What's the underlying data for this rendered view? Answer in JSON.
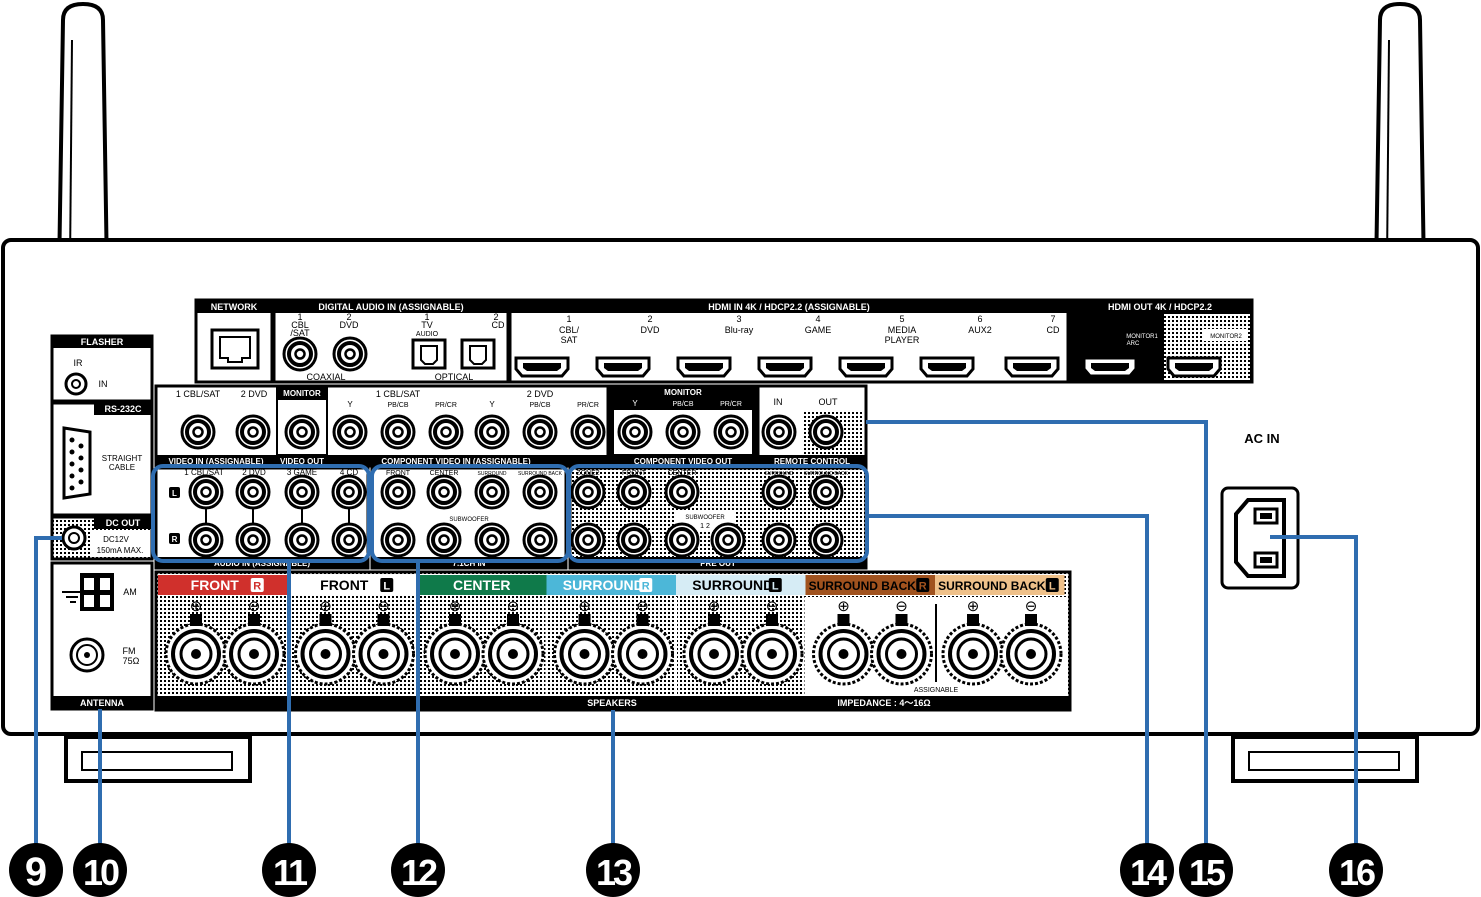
{
  "sections": {
    "network": "NETWORK",
    "digital_audio_in": "DIGITAL AUDIO IN (ASSIGNABLE)",
    "hdmi_in": "HDMI IN 4K / HDCP2.2 (ASSIGNABLE)",
    "hdmi_out": "HDMI OUT 4K / HDCP2.2",
    "flasher": "FLASHER",
    "rs232c": "RS-232C",
    "dc_out": "DC OUT",
    "antenna": "ANTENNA",
    "video_in": "VIDEO IN (ASSIGNABLE)",
    "video_out": "VIDEO OUT",
    "component_video_in": "COMPONENT VIDEO IN (ASSIGNABLE)",
    "component_video_out": "COMPONENT VIDEO OUT",
    "remote_control": "REMOTE CONTROL",
    "audio_in": "AUDIO IN (ASSIGNABLE)",
    "ch71_in": "7.1CH IN",
    "pre_out": "PRE OUT",
    "speakers": "SPEAKERS",
    "impedance": "IMPEDANCE : 4～16Ω",
    "assignable": "ASSIGNABLE",
    "ac_in": "AC IN"
  },
  "labels": {
    "coaxial": "COAXIAL",
    "optical": "OPTICAL",
    "coax_1": "1",
    "coax_1b": "CBL",
    "coax_1c": "/SAT",
    "coax_2": "2",
    "coax_2b": "DVD",
    "opt_1": "1",
    "opt_1b": "TV",
    "opt_1c": "AUDIO",
    "opt_2": "2",
    "opt_2b": "CD",
    "ir": "IR",
    "in": "IN",
    "straight_cable_1": "STRAIGHT",
    "straight_cable_2": "CABLE",
    "dc12v": "DC12V",
    "dc150": "150mA MAX.",
    "am": "AM",
    "fm": "FM",
    "fm75": "75Ω",
    "monitor": "MONITOR",
    "vid_1": "1 CBL/SAT",
    "vid_2": "2 DVD",
    "comp_1": "1 CBL/SAT",
    "comp_2": "2 DVD",
    "y": "Y",
    "pb": "PB/CB",
    "pr": "PR/CR",
    "rc_in": "IN",
    "rc_out": "OUT",
    "ain_1": "1 CBL/SAT",
    "ain_2": "2 DVD",
    "ain_3": "3 GAME",
    "ain_4": "4 CD",
    "l_badge": "L",
    "r_badge": "R",
    "ch71_front": "FRONT",
    "ch71_center": "CENTER",
    "ch71_surr": "SURROUND",
    "ch71_surrback": "SURROUND BACK",
    "subwoofer": "SUBWOOFER",
    "zone2": "ZONE2",
    "po_front": "FRONT",
    "po_center": "CENTER",
    "po_surr": "SURROUND",
    "po_surrback": "SURROUND BACK",
    "sw12": "1   2",
    "monitor1": "MONITOR1",
    "arc": "ARC",
    "monitor2": "MONITOR2",
    "plus": "⊕",
    "minus": "⊖"
  },
  "hdmi_inputs": [
    {
      "num": "1",
      "name": "CBL/",
      "name2": "SAT"
    },
    {
      "num": "2",
      "name": "DVD",
      "name2": ""
    },
    {
      "num": "3",
      "name": "Blu-ray",
      "name2": ""
    },
    {
      "num": "4",
      "name": "GAME",
      "name2": ""
    },
    {
      "num": "5",
      "name": "MEDIA",
      "name2": "PLAYER"
    },
    {
      "num": "6",
      "name": "AUX2",
      "name2": ""
    },
    {
      "num": "7",
      "name": "CD",
      "name2": ""
    }
  ],
  "speaker_channels": [
    {
      "label": "FRONT",
      "badge": "R",
      "color": "#d0302c"
    },
    {
      "label": "FRONT",
      "badge": "L",
      "color": "#ffffff"
    },
    {
      "label": "CENTER",
      "badge": "",
      "color": "#0f7a4a"
    },
    {
      "label": "SURROUND",
      "badge": "R",
      "color": "#4cb7d8"
    },
    {
      "label": "SURROUND",
      "badge": "L",
      "color": "#d6ecf5"
    },
    {
      "label": "SURROUND BACK",
      "badge": "R",
      "color": "#a0521e"
    },
    {
      "label": "SURROUND BACK",
      "badge": "L",
      "color": "#efc18a"
    }
  ],
  "callouts": [
    "9",
    "10",
    "11",
    "12",
    "13",
    "14",
    "15",
    "16"
  ],
  "colors": {
    "callout_line": "#2f6db0",
    "panel": "#000000"
  }
}
